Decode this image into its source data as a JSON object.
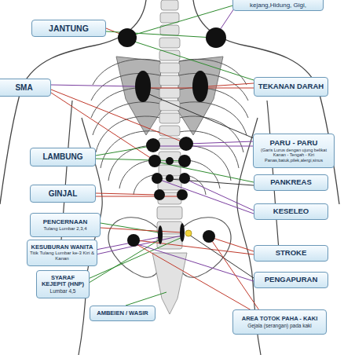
{
  "diagram": {
    "nodes": [
      {
        "text": [
          "kejang,Hidung, Gigi,"
        ]
      },
      {
        "text": [
          "JANTUNG"
        ]
      },
      {
        "text": [
          "SMA"
        ]
      },
      {
        "text": [
          "TEKANAN DARAH"
        ]
      },
      {
        "text": [
          "PARU - PARU",
          "(Garis Lurus dengan ujung belikat Kanan - Tengah - Kiri Panas,batuk,pilek,alergi,sinus"
        ]
      },
      {
        "text": [
          "LAMBUNG"
        ]
      },
      {
        "text": [
          "PANKREAS"
        ]
      },
      {
        "text": [
          "GINJAL"
        ]
      },
      {
        "text": [
          "KESELEO"
        ]
      },
      {
        "text": [
          "PENCERNAAN",
          "Tulang Lumbar 2,3,4"
        ]
      },
      {
        "text": [
          "KESUBURAN WANITA",
          "Titik Tulang Lumbar ke-3 Kiri & Kanan"
        ]
      },
      {
        "text": [
          "STROKE"
        ]
      },
      {
        "text": [
          "SYARAF KEJEPIT (HNP)",
          "Lumbar 4,5"
        ]
      },
      {
        "text": [
          "PENGAPURAN"
        ]
      },
      {
        "text": [
          "AMBEIEN / WASIR"
        ]
      },
      {
        "text": [
          "AREA TOTOK PAHA - KAKI",
          "Gejala (serangan) pada kaki"
        ]
      }
    ]
  }
}
